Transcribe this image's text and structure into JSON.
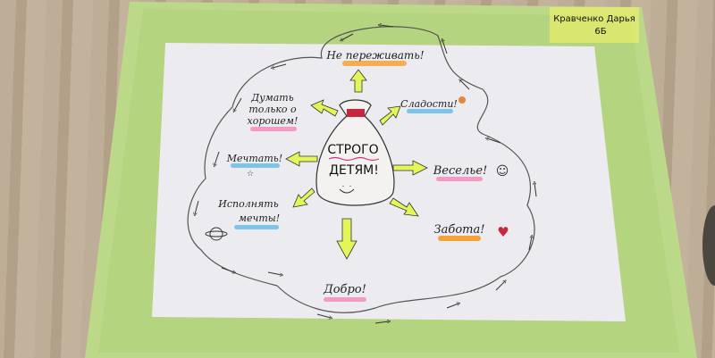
{
  "author": {
    "name": "Кравченко Дарья",
    "class": "6Б"
  },
  "center": {
    "line1": "СТРОГО",
    "line2": "ДЕТЯМ!"
  },
  "items": [
    {
      "text": "Не переживать!",
      "underline": "#f5a23a"
    },
    {
      "text": "Думать",
      "text2": "только о",
      "text3": "хорошем!",
      "underline": "#f49ac4"
    },
    {
      "text": "Сладости!",
      "underline": "#7cc4ec"
    },
    {
      "text": "Мечтать!",
      "underline": "#7cc4ec"
    },
    {
      "text": "Веселье!",
      "underline": "#f49ac4"
    },
    {
      "text": "Исполнять",
      "text2": "мечты!",
      "underline": "#7cc4ec"
    },
    {
      "text": "Забота!",
      "underline": "#f5a23a"
    },
    {
      "text": "Добро!",
      "underline": "#f49ac4"
    }
  ],
  "colors": {
    "arrow": "#e6f55a",
    "border": "#a8cc6a",
    "paper": "#ecebf0"
  }
}
